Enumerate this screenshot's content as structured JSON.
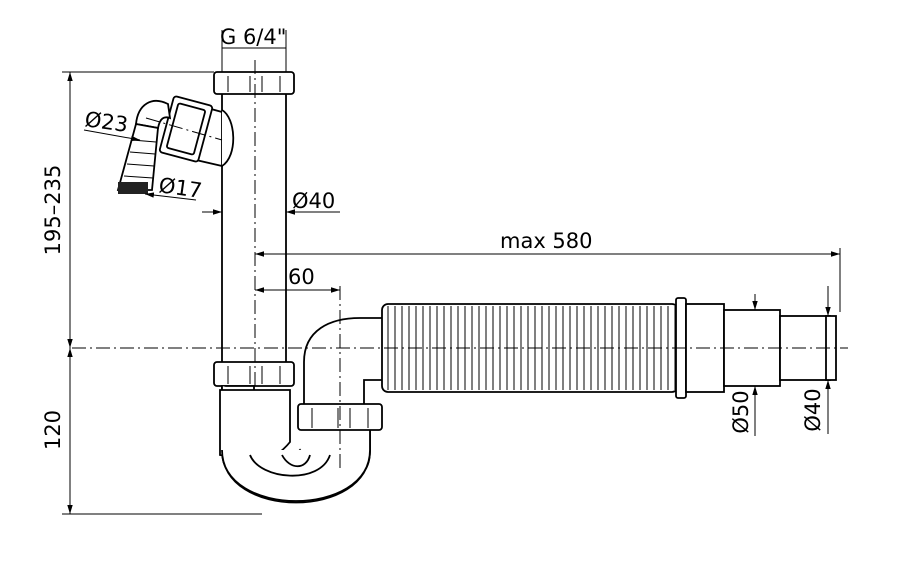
{
  "dimensions": {
    "thread": "G 6/4\"",
    "inlet_small": "Ø23",
    "inlet_hose": "Ø17",
    "pipe_diameter": "Ø40",
    "max_length": "max 580",
    "offset": "60",
    "height_range": "195–235",
    "trap_depth": "120",
    "outlet_outer": "Ø50",
    "outlet_inner": "Ø40"
  }
}
